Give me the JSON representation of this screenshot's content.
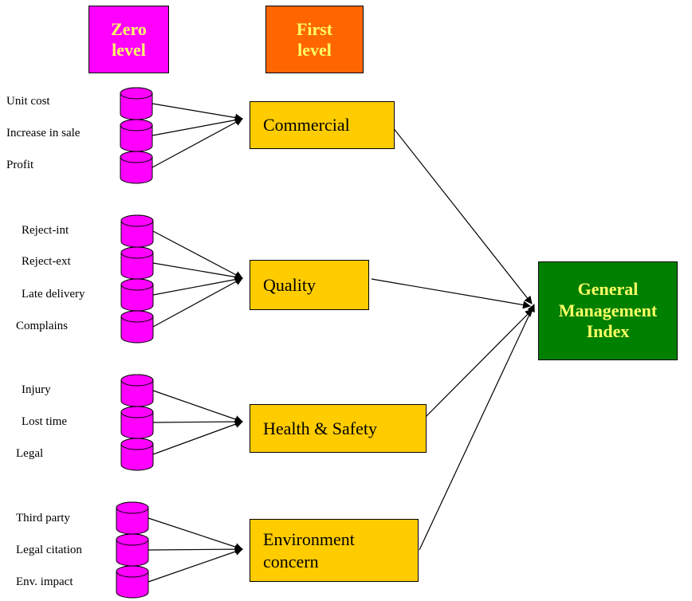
{
  "headers": {
    "zero_level": "Zero\nlevel",
    "first_level": "First\nlevel"
  },
  "colors": {
    "zero_header": "#ff00ff",
    "first_header": "#ff6600",
    "header_text": "#ffff66",
    "cylinder": "#ff00ff",
    "first_level_box": "#ffcc00",
    "general_box": "#008000"
  },
  "groups": [
    {
      "name": "Commercial",
      "items": [
        "Unit cost",
        "Increase in sale",
        "Profit"
      ]
    },
    {
      "name": "Quality",
      "items": [
        "Reject-int",
        "Reject-ext",
        "Late delivery",
        "Complains"
      ]
    },
    {
      "name": "Health & Safety",
      "items": [
        "Injury",
        "Lost time",
        "Legal"
      ]
    },
    {
      "name": "Environment\nconcern",
      "items": [
        "Third party",
        "Legal citation",
        "Env. impact"
      ]
    }
  ],
  "general_index": "General\nManagement\nIndex"
}
